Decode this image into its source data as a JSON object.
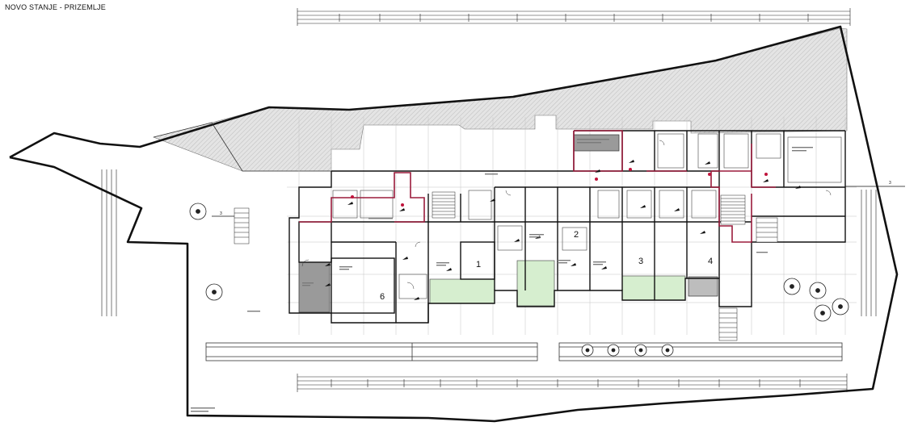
{
  "title": "NOVO STANJE - PRIZEMLJE",
  "room_numbers": [
    "1",
    "2",
    "3",
    "4",
    "6"
  ],
  "section_marks": [
    "3",
    "3"
  ],
  "colors": {
    "wall": "#111111",
    "grid": "#b8b8b8",
    "fire_zone": "#9b1c3c",
    "green_room": "#d6eecf",
    "gray_room": "#9a9a9a",
    "hatch": "#d9d9d9"
  },
  "icons": [
    "fire-extinguisher-icon",
    "column-circle-icon",
    "door-swing-icon"
  ]
}
